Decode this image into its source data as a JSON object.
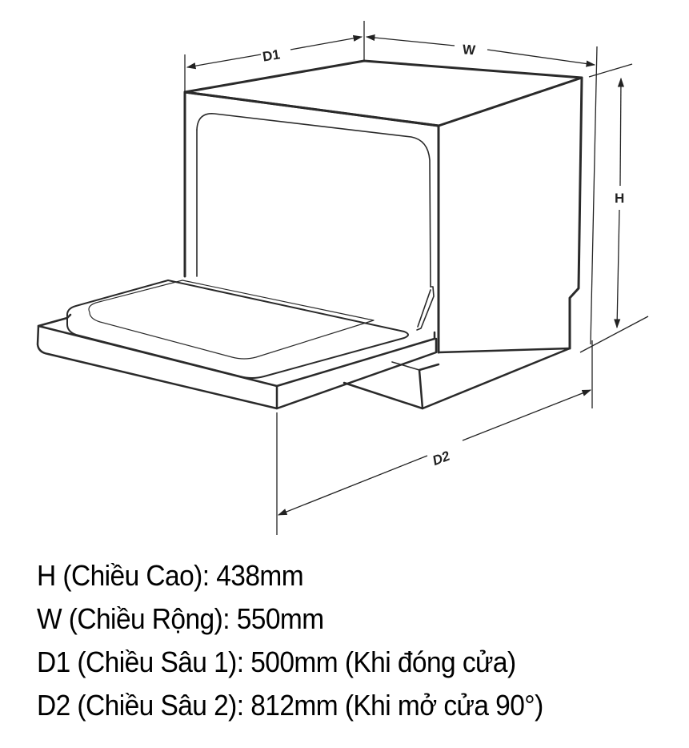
{
  "diagram": {
    "subject": "compact dishwasher with door open",
    "labels": {
      "d1": "D1",
      "w": "W",
      "h": "H",
      "d2": "D2"
    },
    "line_color": "#2a2a2a",
    "background": "#ffffff"
  },
  "specs": [
    {
      "key": "H",
      "label": "H (Chiều Cao): 438mm"
    },
    {
      "key": "W",
      "label": "W (Chiều Rộng): 550mm"
    },
    {
      "key": "D1",
      "label": "D1 (Chiều Sâu 1): 500mm (Khi đóng cửa)"
    },
    {
      "key": "D2",
      "label": "D2 (Chiều Sâu 2): 812mm (Khi mở cửa 90°)"
    }
  ]
}
